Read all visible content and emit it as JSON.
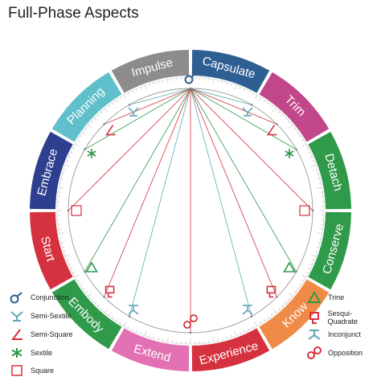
{
  "title": "Full-Phase Aspects",
  "segments": [
    {
      "label": "Impulse",
      "color": "#8c8c8c"
    },
    {
      "label": "Capsulate",
      "color": "#2e5f93"
    },
    {
      "label": "Trim",
      "color": "#c1478a"
    },
    {
      "label": "Detach",
      "color": "#2f9a4a"
    },
    {
      "label": "Conserve",
      "color": "#2f9a4a"
    },
    {
      "label": "Know",
      "color": "#f08a47"
    },
    {
      "label": "Experience",
      "color": "#d6313f"
    },
    {
      "label": "Extend",
      "color": "#e271b3"
    },
    {
      "label": "Embody",
      "color": "#2f9a4a"
    },
    {
      "label": "Start",
      "color": "#d6313f"
    },
    {
      "label": "Embrace",
      "color": "#2e3f8f"
    },
    {
      "label": "Planning",
      "color": "#5fbfca"
    }
  ],
  "legend_left": [
    {
      "label": "Conjunction",
      "icon": "conjunction-icon",
      "color": "#2e5f93"
    },
    {
      "label": "Semi-Sextile",
      "icon": "semi-sextile-icon",
      "color": "#5aa9b5"
    },
    {
      "label": "Semi-Square",
      "icon": "semi-square-icon",
      "color": "#d6313f"
    },
    {
      "label": "Sextile",
      "icon": "sextile-icon",
      "color": "#2f9a4a"
    },
    {
      "label": "Square",
      "icon": "square-icon",
      "color": "#d6313f"
    }
  ],
  "legend_right": [
    {
      "label": "Trine",
      "icon": "trine-icon",
      "color": "#2f9a4a"
    },
    {
      "label": "Sesqui-Quadrate",
      "icon": "sesqui-quadrate-icon",
      "color": "#d6313f"
    },
    {
      "label": "Inconjunct",
      "icon": "inconjunct-icon",
      "color": "#5aa9b5"
    },
    {
      "label": "Opposition",
      "icon": "opposition-icon",
      "color": "#d6313f"
    }
  ],
  "aspects": [
    {
      "angle": 0,
      "symbol": "conjunction",
      "line_color": ""
    },
    {
      "angle": 30,
      "symbol": "semi-sextile",
      "line_color": "#5aa9b5"
    },
    {
      "angle": 45,
      "symbol": "semi-square",
      "line_color": "#d6313f"
    },
    {
      "angle": 60,
      "symbol": "sextile",
      "line_color": "#2f9a4a"
    },
    {
      "angle": 90,
      "symbol": "square",
      "line_color": "#d6313f"
    },
    {
      "angle": 120,
      "symbol": "trine",
      "line_color": "#2f9a4a"
    },
    {
      "angle": 135,
      "symbol": "sesqui-quadrate",
      "line_color": "#d6313f"
    },
    {
      "angle": 150,
      "symbol": "inconjunct",
      "line_color": "#5aa9b5"
    },
    {
      "angle": 180,
      "symbol": "opposition",
      "line_color": "#d6313f"
    },
    {
      "angle": 210,
      "symbol": "inconjunct",
      "line_color": "#5aa9b5"
    },
    {
      "angle": 225,
      "symbol": "sesqui-quadrate",
      "line_color": "#d6313f"
    },
    {
      "angle": 240,
      "symbol": "trine",
      "line_color": "#2f9a4a"
    },
    {
      "angle": 270,
      "symbol": "square",
      "line_color": "#d6313f"
    },
    {
      "angle": 300,
      "symbol": "sextile",
      "line_color": "#2f9a4a"
    },
    {
      "angle": 315,
      "symbol": "semi-square",
      "line_color": "#d6313f"
    },
    {
      "angle": 330,
      "symbol": "semi-sextile",
      "line_color": "#5aa9b5"
    }
  ]
}
